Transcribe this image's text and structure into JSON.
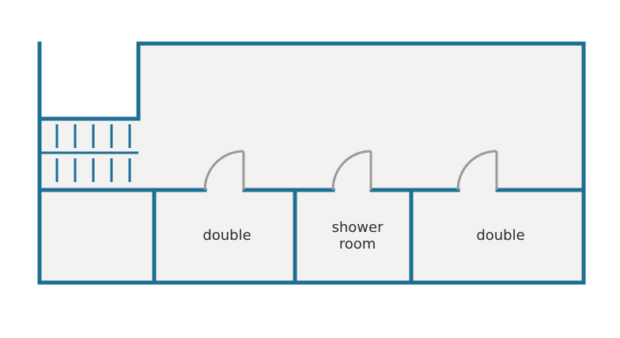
{
  "colors": {
    "wall": "#1e6f94",
    "floor": "#f3f2f1",
    "door": "#9a9a9a",
    "background": "#ffffff"
  },
  "rooms": [
    {
      "id": "room-left-bottom",
      "label_lines": []
    },
    {
      "id": "room-double-1",
      "label_lines": [
        "double"
      ]
    },
    {
      "id": "room-shower",
      "label_lines": [
        "shower",
        "room"
      ]
    },
    {
      "id": "room-double-2",
      "label_lines": [
        "double"
      ]
    }
  ]
}
